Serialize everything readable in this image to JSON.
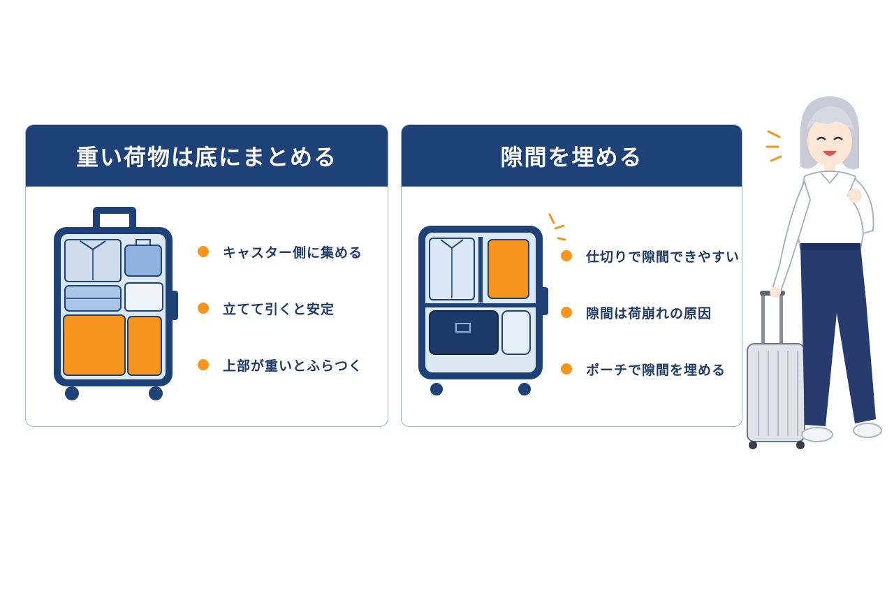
{
  "colors": {
    "header_bg": "#1e4278",
    "accent": "#f7941d",
    "text": "#1e3a66",
    "card_border": "#9fb6cf"
  },
  "panels": [
    {
      "title": "重い荷物は底にまとめる",
      "bullets": [
        "キャスター側に集める",
        "立てて引くと安定",
        "上部が重いとふらつく"
      ]
    },
    {
      "title": "隙間を埋める",
      "bullets": [
        "仕切りで隙間できやすい",
        "隙間は荷崩れの原因",
        "ポーチで隙間を埋める"
      ]
    }
  ],
  "icons": {
    "panel_1": "suitcase-heavy-bottom-icon",
    "panel_2": "suitcase-gaps-icon",
    "character": "woman-with-suitcase-illustration"
  }
}
